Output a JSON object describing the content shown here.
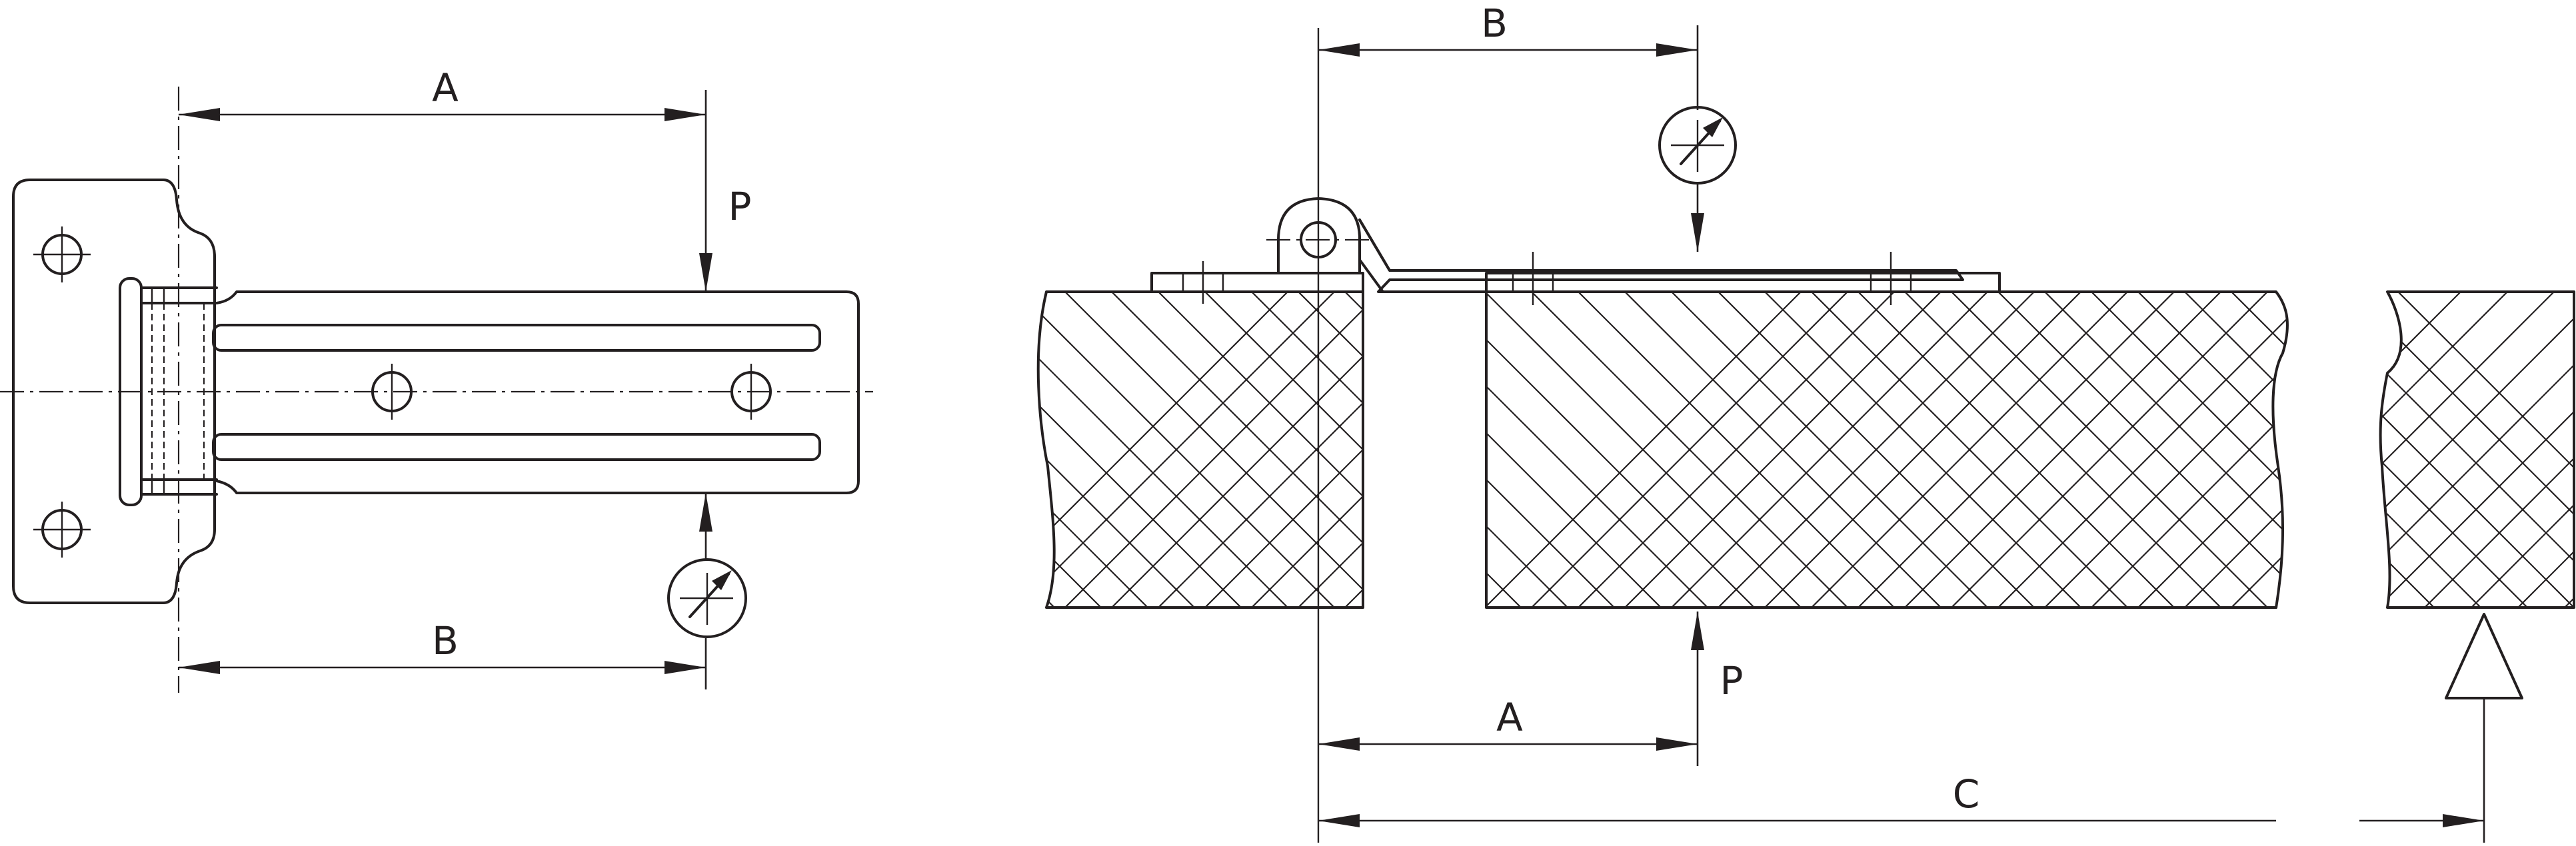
{
  "labels": {
    "front_dim_top": "A",
    "front_dim_bottom": "B",
    "front_force": "P",
    "side_dim_top": "B",
    "side_dim_lower": "A",
    "side_force": "P",
    "side_dim_overall": "C"
  },
  "colors": {
    "line": "#231f20",
    "background": "#ffffff"
  },
  "icons": {
    "torque_symbol": "torque-gauge-icon",
    "support_symbol": "support-triangle-icon"
  }
}
